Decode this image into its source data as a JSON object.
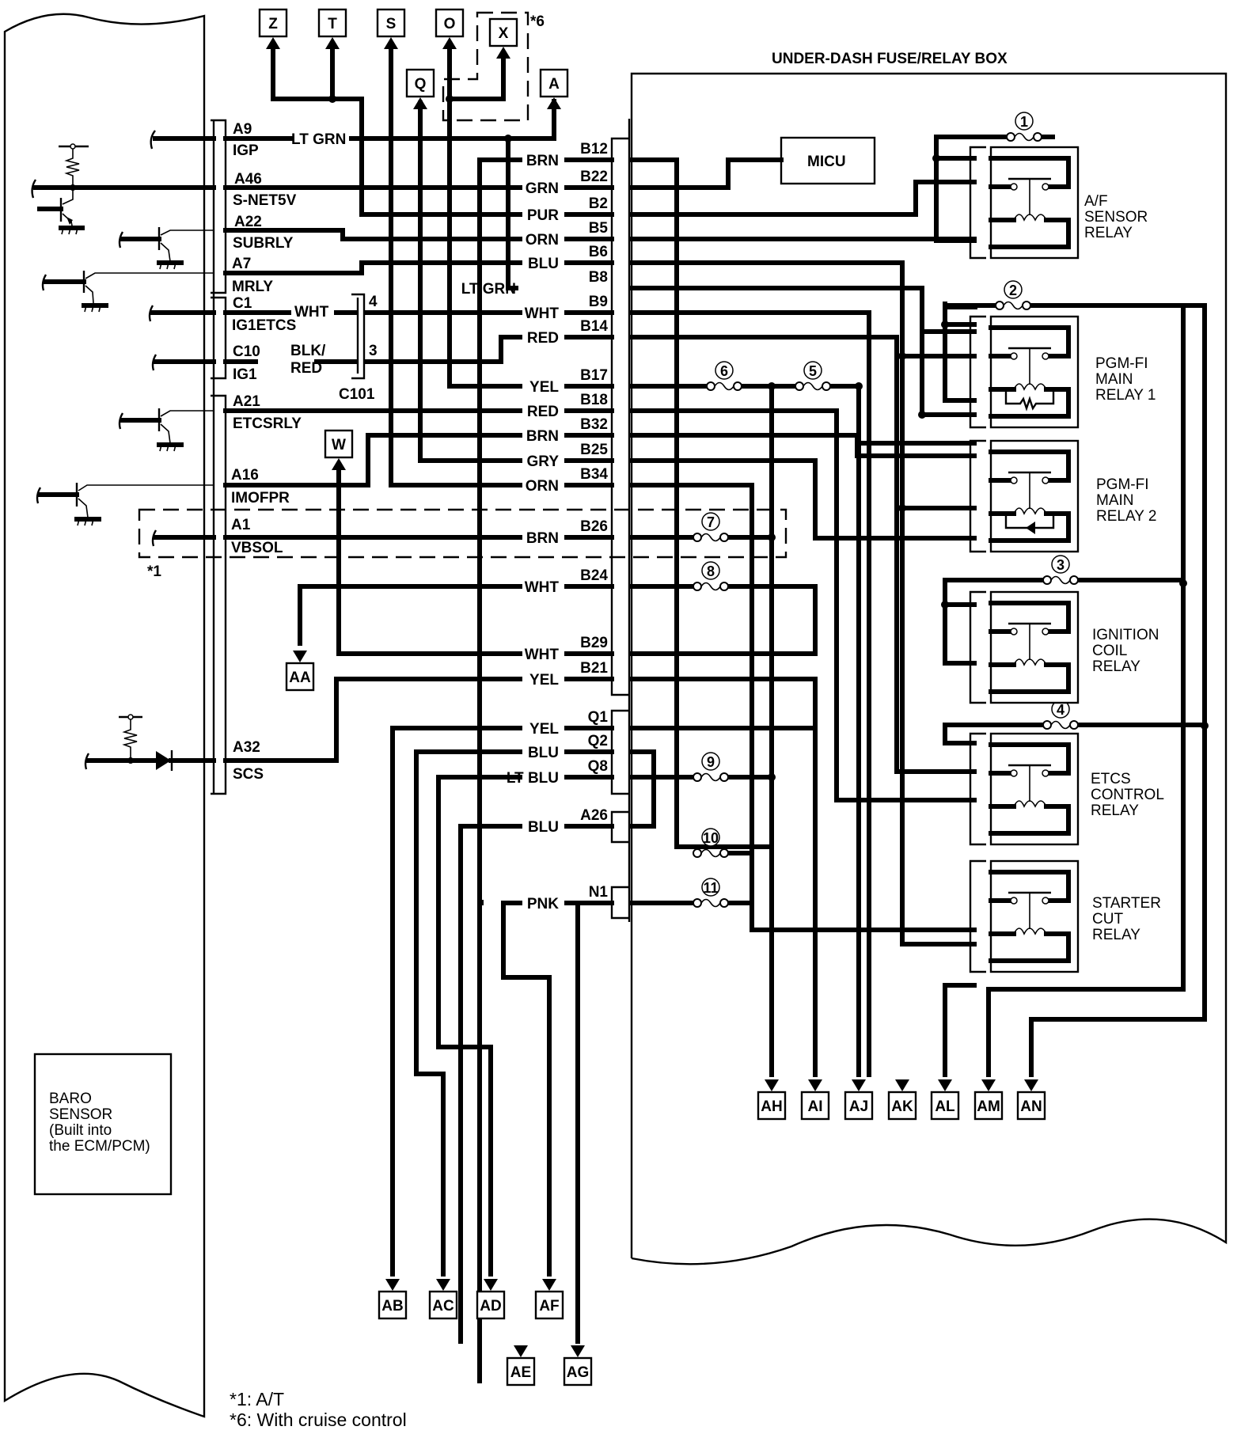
{
  "diagram": {
    "type": "wiring-schematic",
    "fuse_box_title": "UNDER-DASH FUSE/RELAY BOX",
    "micu_label": "MICU",
    "baro_sensor": [
      "BARO",
      "SENSOR",
      "(Built into",
      "the ECM/PCM)"
    ],
    "connector_label": "C101",
    "c101_pins": [
      "4",
      "3"
    ],
    "footnotes": [
      "*1: A/T",
      "*6: With cruise control"
    ],
    "optional_marks": {
      "x_group": "*6",
      "vbsol_group": "*1"
    },
    "top_connectors": [
      "Z",
      "T",
      "S",
      "O",
      "X",
      "Q",
      "A"
    ],
    "side_connectors": [
      "W",
      "AA"
    ],
    "bottom_left_connectors": [
      "AB",
      "AC",
      "AD",
      "AF",
      "AE",
      "AG"
    ],
    "bottom_right_connectors": [
      "AH",
      "AI",
      "AJ",
      "AK",
      "AL",
      "AM",
      "AN"
    ],
    "ecm_pins": [
      {
        "pin": "A9",
        "signal": "IGP",
        "wire": "LT GRN"
      },
      {
        "pin": "A46",
        "signal": "S-NET5V"
      },
      {
        "pin": "A22",
        "signal": "SUBRLY"
      },
      {
        "pin": "A7",
        "signal": "MRLY"
      },
      {
        "pin": "C1",
        "signal": "IG1ETCS",
        "wire": "WHT"
      },
      {
        "pin": "C10",
        "signal": "IG1",
        "wire": "BLK/ RED"
      },
      {
        "pin": "A21",
        "signal": "ETCSRLY"
      },
      {
        "pin": "A16",
        "signal": "IMOFPR"
      },
      {
        "pin": "A1",
        "signal": "VBSOL"
      },
      {
        "pin": "A32",
        "signal": "SCS"
      }
    ],
    "fusebox_pins": [
      {
        "pin": "B12",
        "wire": "BRN"
      },
      {
        "pin": "B22",
        "wire": "GRN"
      },
      {
        "pin": "B2",
        "wire": "PUR"
      },
      {
        "pin": "B5",
        "wire": "ORN"
      },
      {
        "pin": "B6",
        "wire": "BLU"
      },
      {
        "pin": "B8",
        "wire": "LT GRN"
      },
      {
        "pin": "B9",
        "wire": "WHT"
      },
      {
        "pin": "B14",
        "wire": "RED"
      },
      {
        "pin": "B17",
        "wire": "YEL"
      },
      {
        "pin": "B18",
        "wire": "RED"
      },
      {
        "pin": "B32",
        "wire": "BRN"
      },
      {
        "pin": "B25",
        "wire": "GRY"
      },
      {
        "pin": "B34",
        "wire": "ORN"
      },
      {
        "pin": "B26",
        "wire": "BRN"
      },
      {
        "pin": "B24",
        "wire": "WHT"
      },
      {
        "pin": "B29",
        "wire": "WHT"
      },
      {
        "pin": "B21",
        "wire": "YEL"
      },
      {
        "pin": "Q1",
        "wire": "YEL"
      },
      {
        "pin": "Q2",
        "wire": "BLU"
      },
      {
        "pin": "Q8",
        "wire": "LT BLU"
      },
      {
        "pin": "A26",
        "wire": "BLU"
      },
      {
        "pin": "N1",
        "wire": "PNK"
      }
    ],
    "fuses": [
      "1",
      "2",
      "3",
      "4",
      "5",
      "6",
      "7",
      "8",
      "9",
      "10",
      "11"
    ],
    "relays": [
      {
        "name": [
          "A/F",
          "SENSOR",
          "RELAY"
        ]
      },
      {
        "name": [
          "PGM-FI",
          "MAIN",
          "RELAY 1"
        ]
      },
      {
        "name": [
          "PGM-FI",
          "MAIN",
          "RELAY 2"
        ]
      },
      {
        "name": [
          "IGNITION",
          "COIL",
          "RELAY"
        ]
      },
      {
        "name": [
          "ETCS",
          "CONTROL",
          "RELAY"
        ]
      },
      {
        "name": [
          "STARTER",
          "CUT",
          "RELAY"
        ]
      }
    ]
  }
}
